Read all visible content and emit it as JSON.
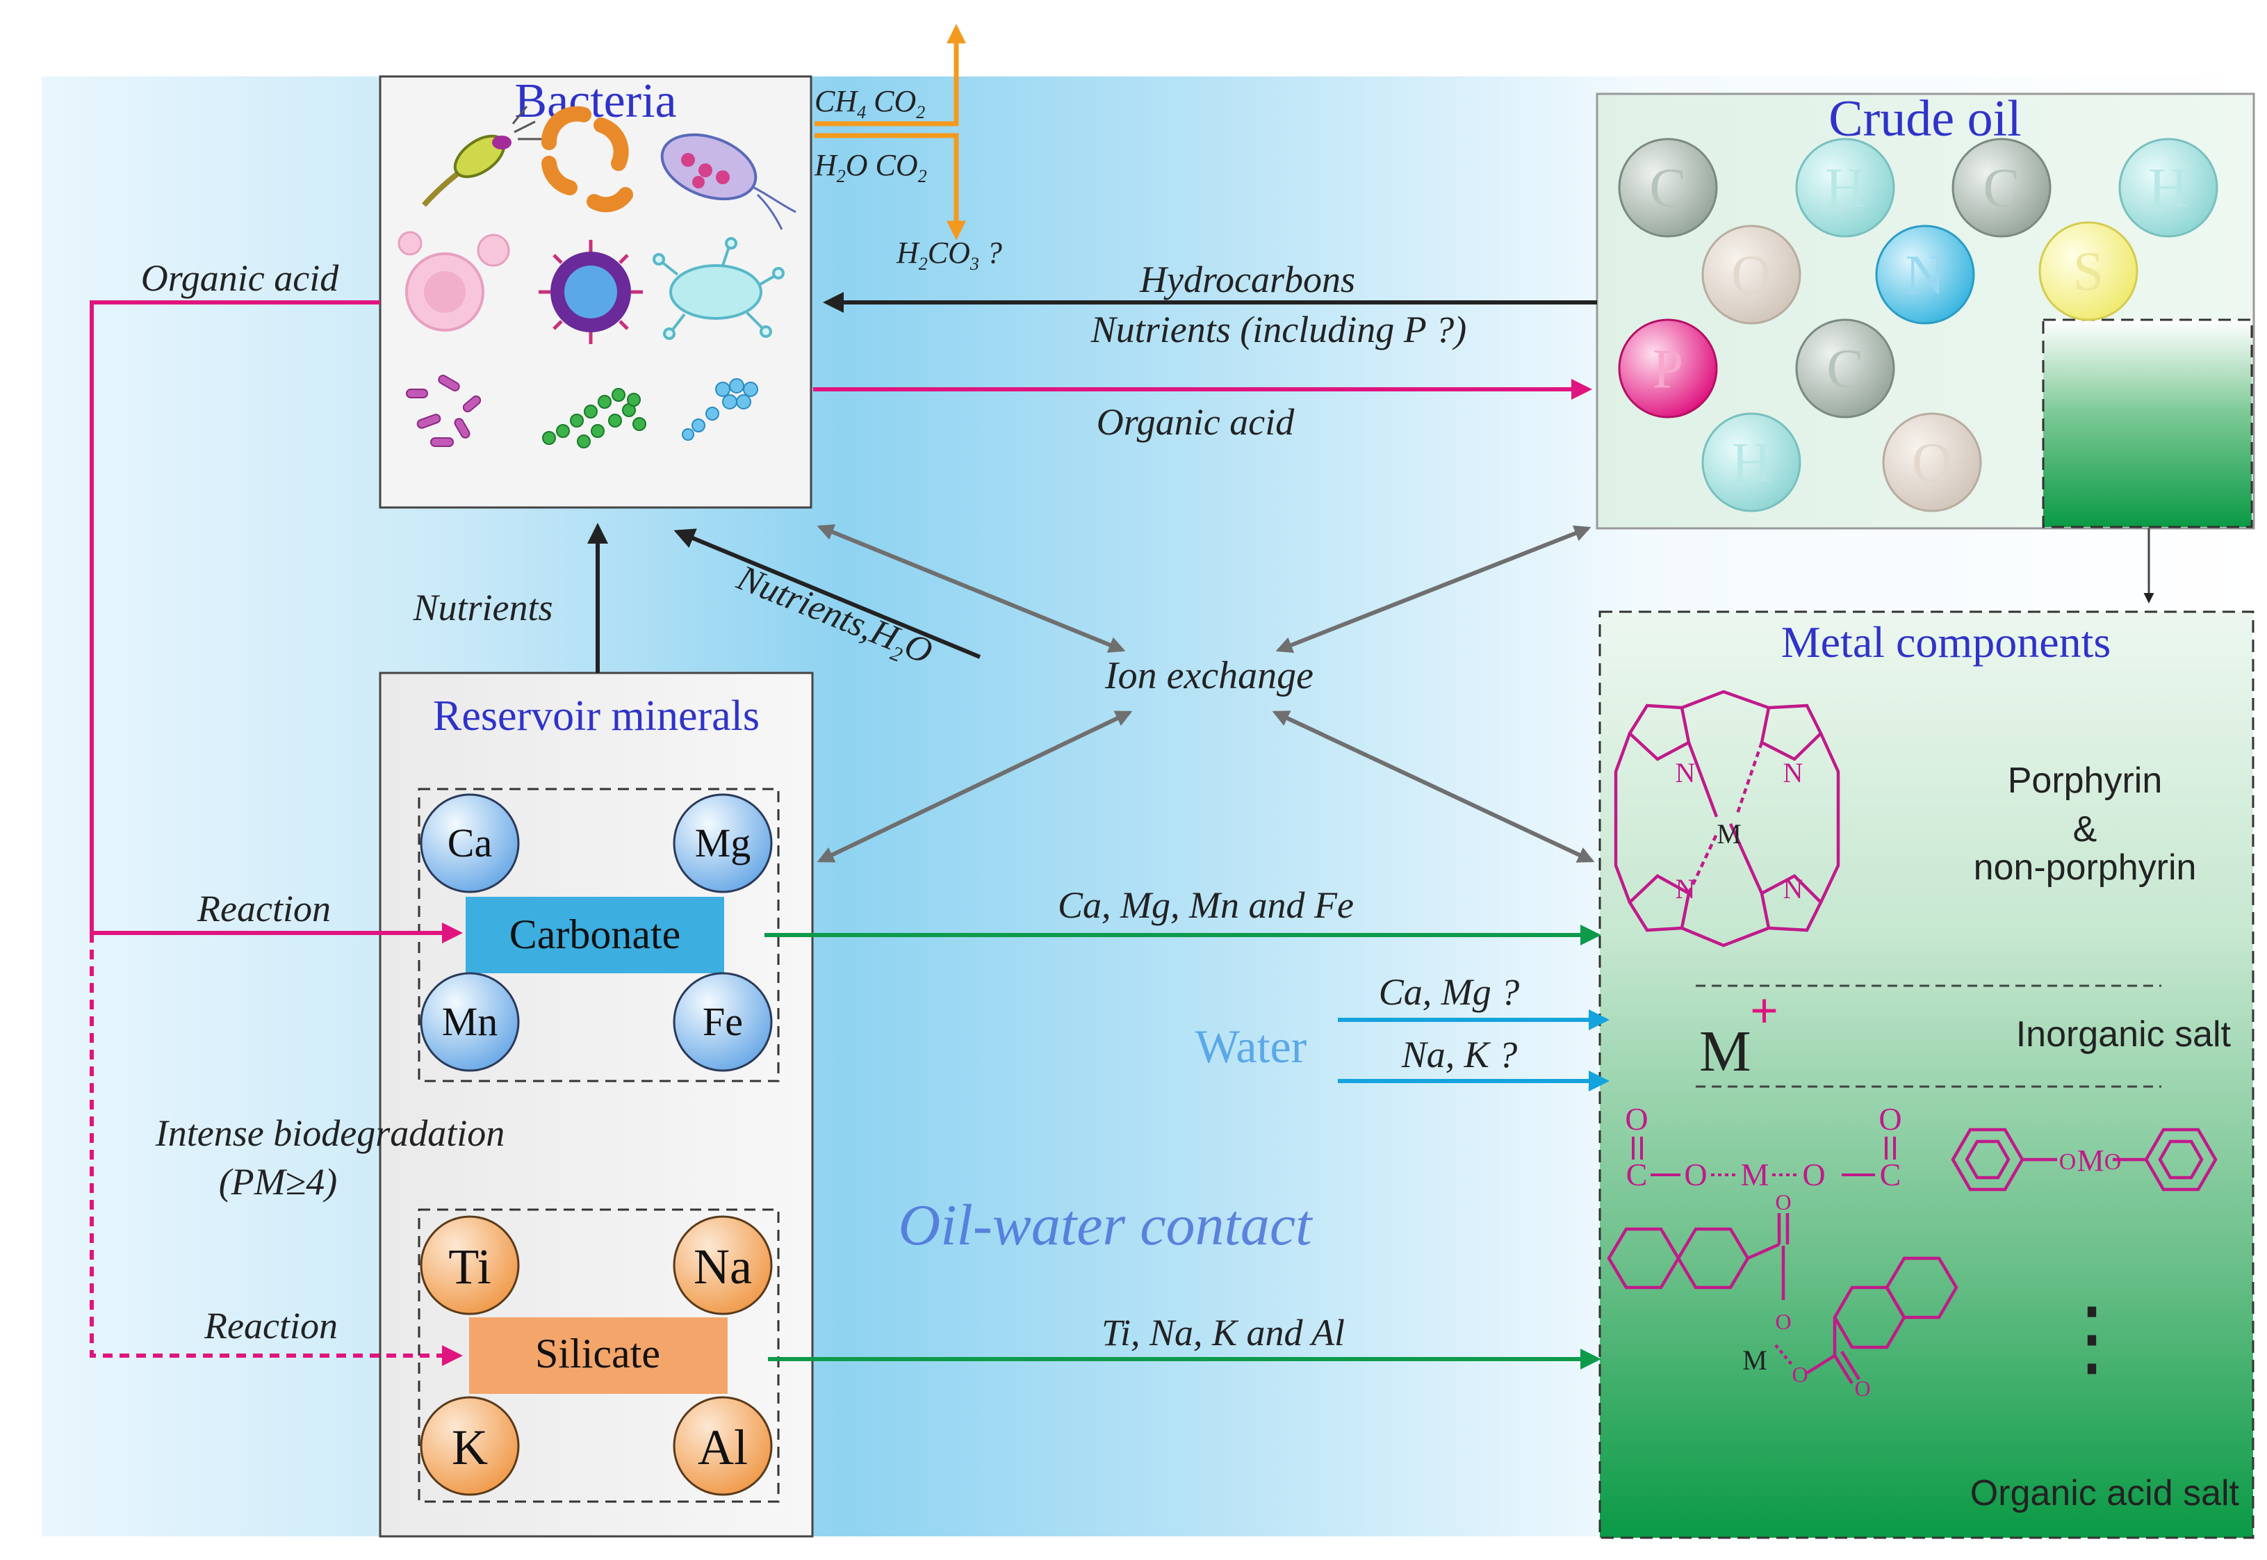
{
  "bacteria": {
    "title": "Bacteria",
    "gas_top_1": "CH",
    "gas_top_1_sub": "4",
    "gas_top_1_b": " CO",
    "gas_top_1_b_sub": "2",
    "gas_top_2": "H",
    "gas_top_2_sub": "2",
    "gas_top_2_b": "O CO",
    "gas_top_2_b_sub": "2",
    "carbonic": "H",
    "carbonic_sub": "2",
    "carbonic_b": "CO",
    "carbonic_b_sub": "3",
    "carbonic_c": " ?"
  },
  "crude_oil": {
    "title": "Crude oil",
    "atoms": [
      "C",
      "H",
      "C",
      "H",
      "O",
      "N",
      "S",
      "P",
      "C",
      "H",
      "O"
    ]
  },
  "flows": {
    "hydrocarbons": "Hydrocarbons",
    "nutrients_including": "Nutrients (including  P ?)",
    "organic_acid_right": "Organic acid",
    "organic_acid_left": "Organic acid",
    "nutrients_up": "Nutrients",
    "nutrients_h2o": "Nutrients,H",
    "nutrients_h2o_sub": "2",
    "nutrients_h2o_b": "O",
    "ion_exchange": "Ion exchange",
    "reaction_1": "Reaction",
    "reaction_2": "Reaction",
    "intense_1": "Intense biodegradation",
    "intense_2": "(PM≥4)",
    "carbonate_metals": "Ca, Mg, Mn and Fe",
    "silicate_metals": "Ti, Na, K and Al",
    "water": "Water",
    "water_ca_mg": "Ca, Mg ?",
    "water_na_k": "Na, K ?",
    "oil_water_contact": "Oil-water contact"
  },
  "reservoir": {
    "title": "Reservoir minerals",
    "carbonate": "Carbonate",
    "carbonate_elems": [
      "Ca",
      "Mg",
      "Mn",
      "Fe"
    ],
    "silicate": "Silicate",
    "silicate_elems": [
      "Ti",
      "Na",
      "K",
      "Al"
    ]
  },
  "metal": {
    "title": "Metal components",
    "porphyrin_1": "Porphyrin",
    "porphyrin_2": "&",
    "porphyrin_3": "non-porphyrin",
    "n_label": "N",
    "m_label": "M",
    "inorganic_m": "M",
    "inorganic_plus": "+",
    "inorganic_salt": "Inorganic salt",
    "chem_c": "C",
    "chem_o": "O",
    "chem_m": "M",
    "ellipsis": "⋮",
    "organic_acid_salt": "Organic acid salt"
  },
  "colors": {
    "title_blue": "#2f33c8",
    "magenta": "#e0147f",
    "green_arrow": "#0e9a4b",
    "cyan_arrow": "#14a3dd",
    "orange_arrow": "#f39a1e",
    "gray_arrow": "#6f6f6f",
    "molecule": "#c01a8a"
  }
}
